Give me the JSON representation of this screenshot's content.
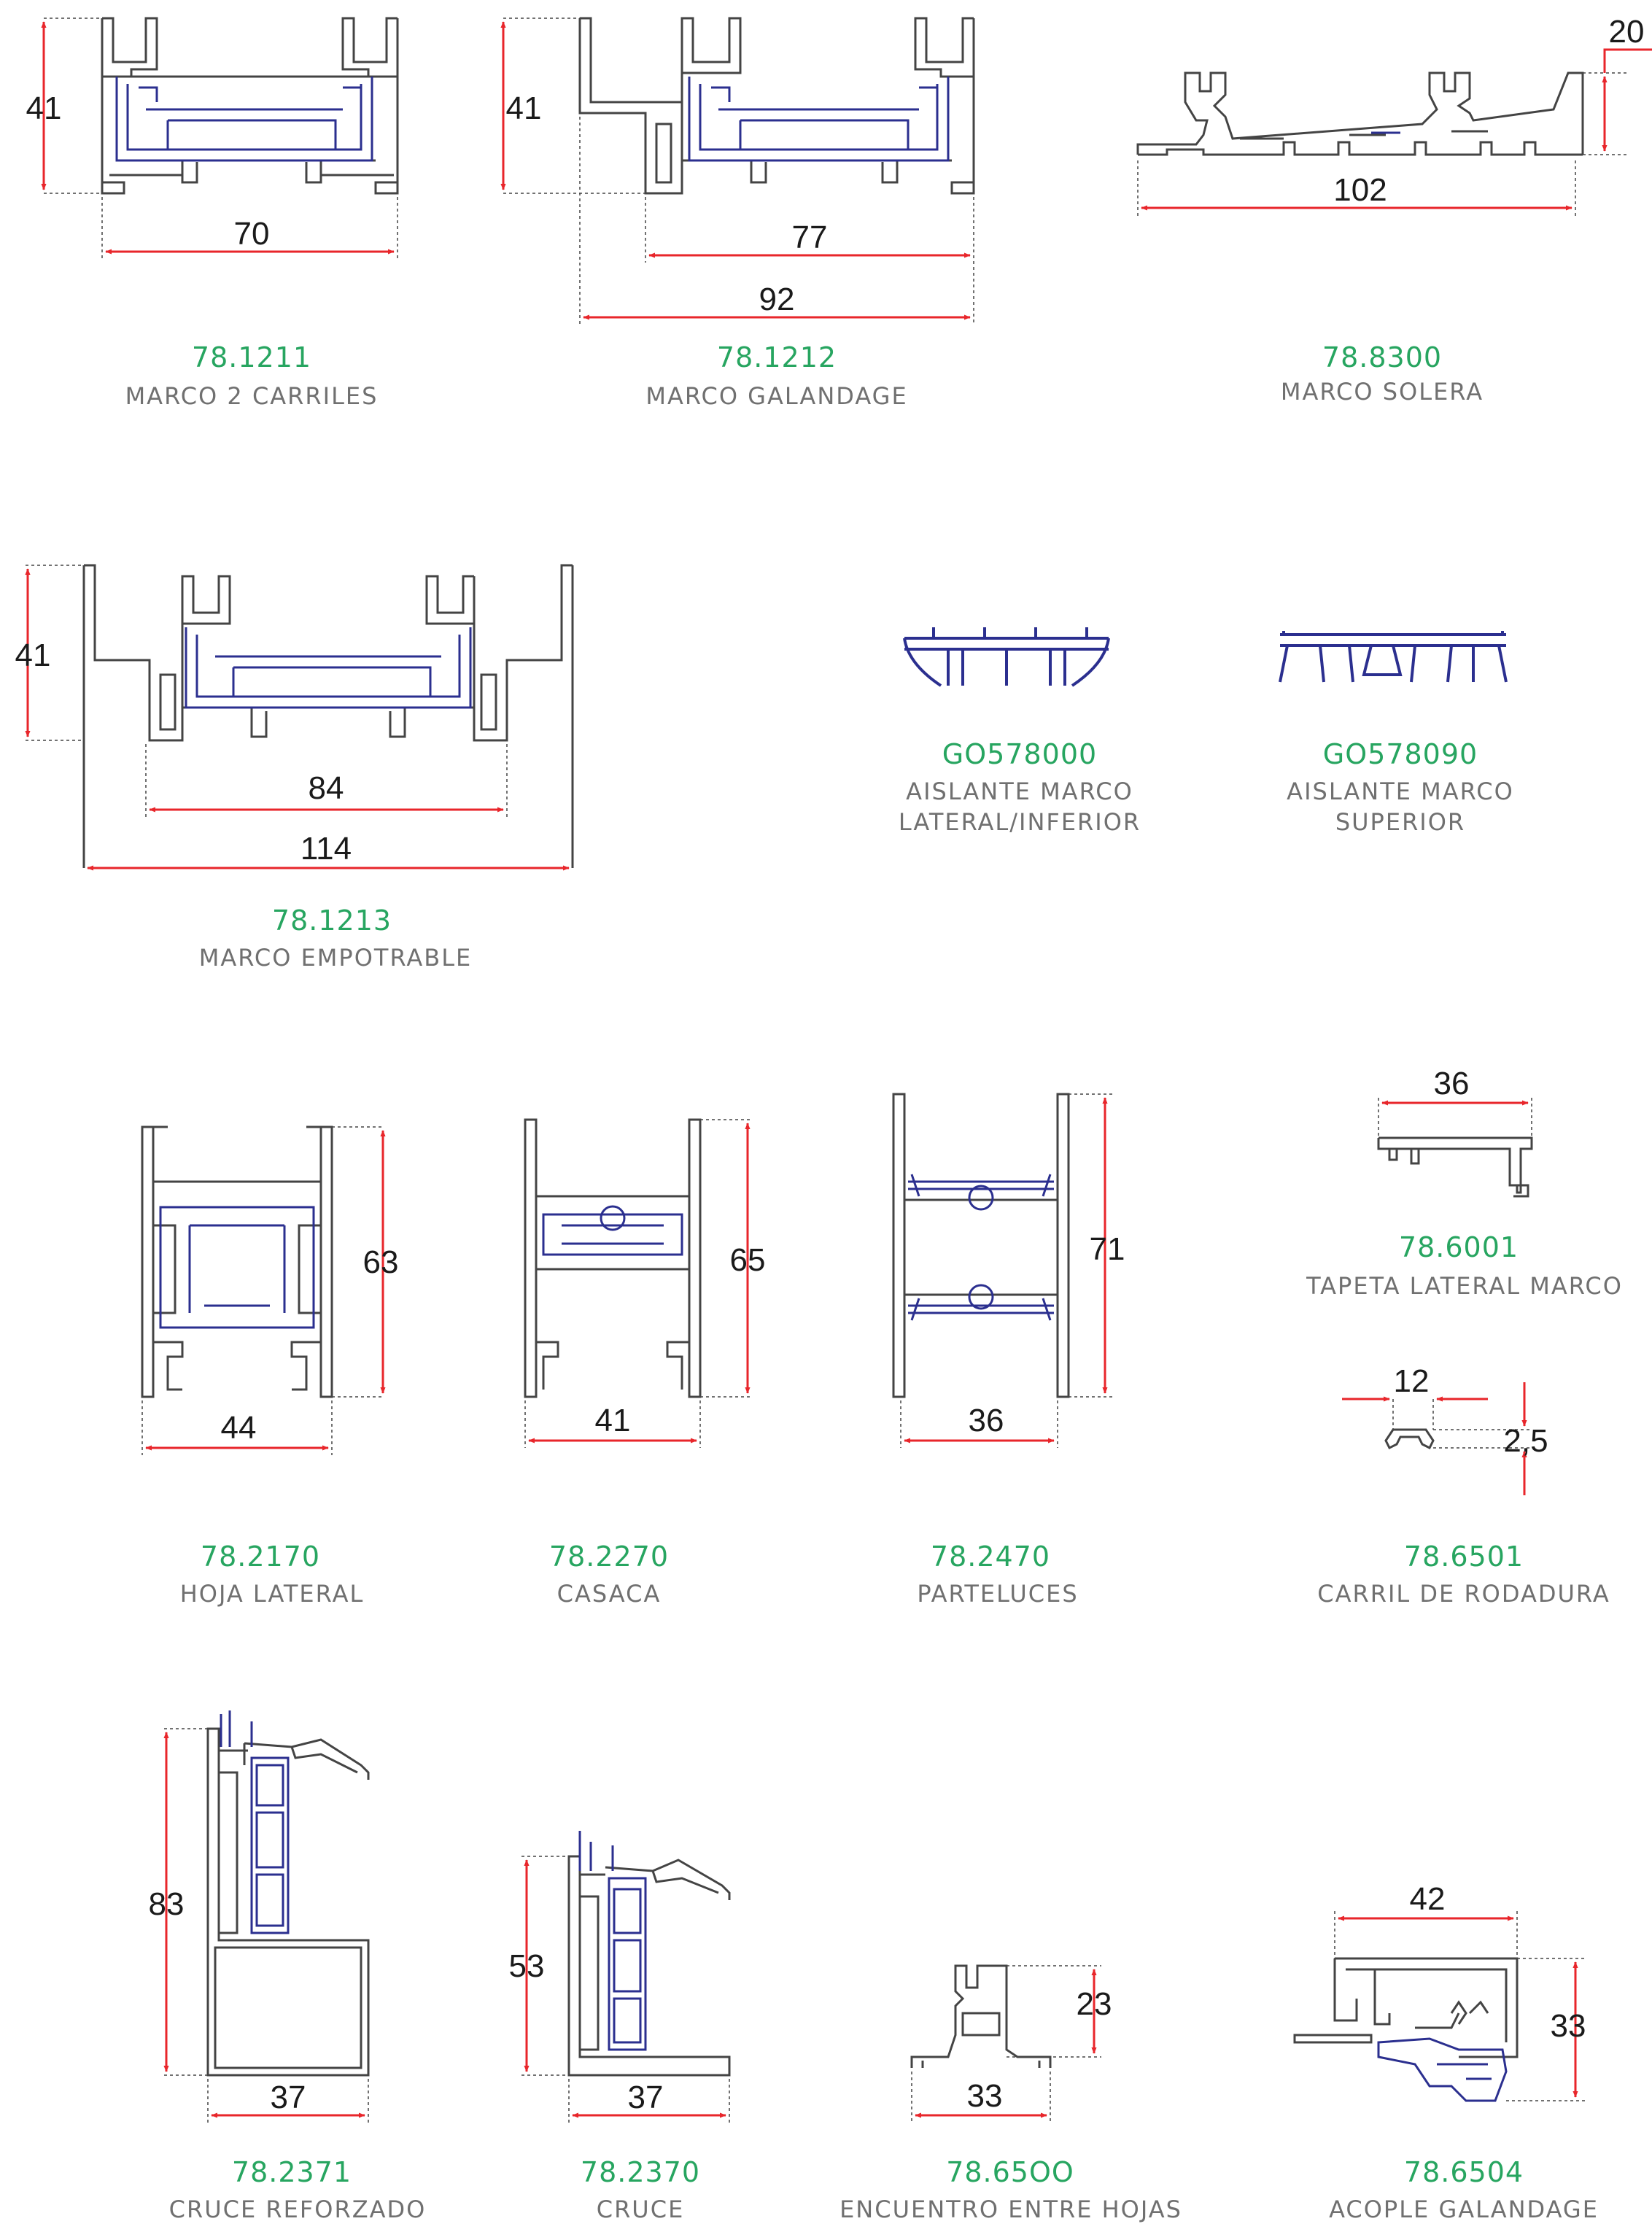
{
  "colors": {
    "code": "#27a560",
    "name": "#707070",
    "dimension": "#e8262b",
    "profile": "#444444",
    "insulator": "#2b2f8f"
  },
  "profiles": [
    {
      "id": "p1211",
      "code": "78.1211",
      "name": [
        "MARCO 2 CARRILES"
      ],
      "dims": [
        "41",
        "70"
      ]
    },
    {
      "id": "p1212",
      "code": "78.1212",
      "name": [
        "MARCO GALANDAGE"
      ],
      "dims": [
        "41",
        "77",
        "92"
      ]
    },
    {
      "id": "p8300",
      "code": "78.8300",
      "name": [
        "MARCO SOLERA"
      ],
      "dims": [
        "20",
        "102"
      ]
    },
    {
      "id": "p1213",
      "code": "78.1213",
      "name": [
        "MARCO EMPOTRABLE"
      ],
      "dims": [
        "41",
        "84",
        "114"
      ]
    },
    {
      "id": "pGO0",
      "code": "GO578000",
      "name": [
        "AISLANTE MARCO",
        "LATERAL/INFERIOR"
      ],
      "dims": []
    },
    {
      "id": "pGO9",
      "code": "GO578090",
      "name": [
        "AISLANTE MARCO",
        "SUPERIOR"
      ],
      "dims": []
    },
    {
      "id": "p2170",
      "code": "78.2170",
      "name": [
        "HOJA LATERAL"
      ],
      "dims": [
        "63",
        "44"
      ]
    },
    {
      "id": "p2270",
      "code": "78.2270",
      "name": [
        "CASACA"
      ],
      "dims": [
        "65",
        "41"
      ]
    },
    {
      "id": "p2470",
      "code": "78.2470",
      "name": [
        "PARTELUCES"
      ],
      "dims": [
        "71",
        "36"
      ]
    },
    {
      "id": "p6001",
      "code": "78.6001",
      "name": [
        "TAPETA LATERAL MARCO"
      ],
      "dims": [
        "36"
      ]
    },
    {
      "id": "p6501",
      "code": "78.6501",
      "name": [
        "CARRIL DE RODADURA"
      ],
      "dims": [
        "12",
        "2,5"
      ]
    },
    {
      "id": "p2371",
      "code": "78.2371",
      "name": [
        "CRUCE REFORZADO"
      ],
      "dims": [
        "83",
        "37"
      ]
    },
    {
      "id": "p2370",
      "code": "78.2370",
      "name": [
        "CRUCE"
      ],
      "dims": [
        "53",
        "37"
      ]
    },
    {
      "id": "p6500",
      "code": "78.65OO",
      "name": [
        "ENCUENTRO ENTRE HOJAS"
      ],
      "dims": [
        "23",
        "33"
      ]
    },
    {
      "id": "p6504",
      "code": "78.6504",
      "name": [
        "ACOPLE GALANDAGE"
      ],
      "dims": [
        "42",
        "33"
      ]
    }
  ]
}
